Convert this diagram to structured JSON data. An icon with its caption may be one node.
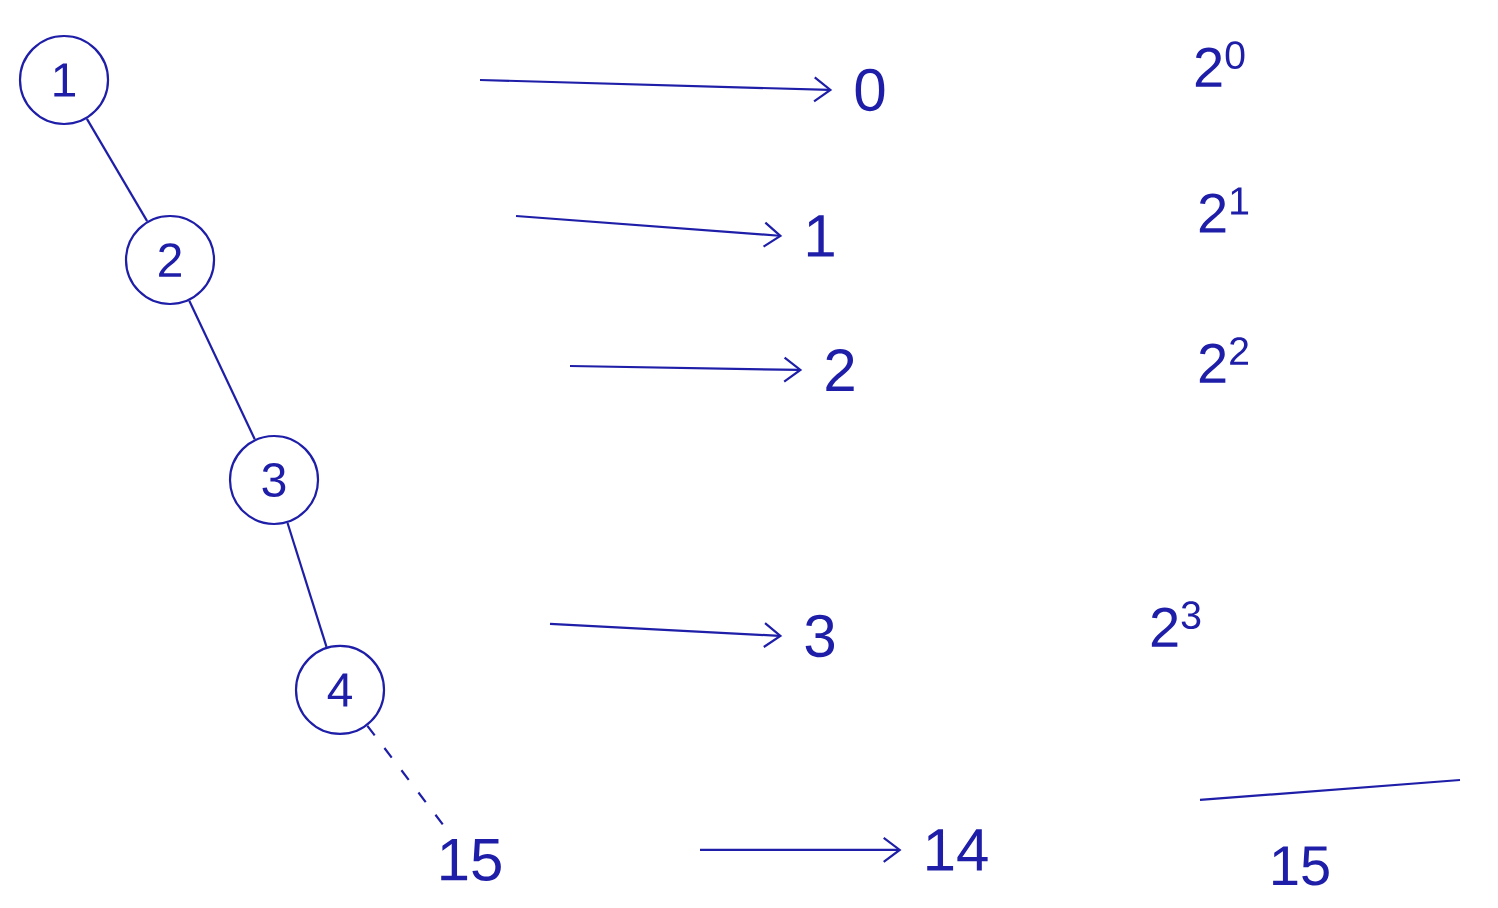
{
  "diagram": {
    "nodes": [
      {
        "text": [
          "1"
        ]
      },
      {
        "text": [
          "2"
        ]
      },
      {
        "text": [
          "3"
        ]
      },
      {
        "text": [
          "4"
        ]
      },
      {
        "text": [
          "15"
        ]
      },
      {
        "text": [
          "0"
        ]
      },
      {
        "text": [
          "1"
        ]
      },
      {
        "text": [
          "2"
        ]
      },
      {
        "text": [
          "3"
        ]
      },
      {
        "text": [
          "14"
        ]
      }
    ],
    "edges": [
      {
        "from": 0,
        "to": 1,
        "arrow": "none"
      },
      {
        "from": 1,
        "to": 2,
        "arrow": "none"
      },
      {
        "from": 2,
        "to": 3,
        "arrow": "none"
      },
      {
        "from": 3,
        "to": 4,
        "arrow": "none",
        "style": "dashed"
      },
      {
        "from": null,
        "to": 5,
        "arrow": "to"
      },
      {
        "from": null,
        "to": 6,
        "arrow": "to"
      },
      {
        "from": null,
        "to": 7,
        "arrow": "to"
      },
      {
        "from": null,
        "to": 8,
        "arrow": "to"
      },
      {
        "from": null,
        "to": 9,
        "arrow": "to"
      }
    ],
    "labels": [
      "2$^{0}$",
      "2$^{1}$",
      "2$^{2}$",
      "2$^{3}$",
      "15"
    ]
  }
}
